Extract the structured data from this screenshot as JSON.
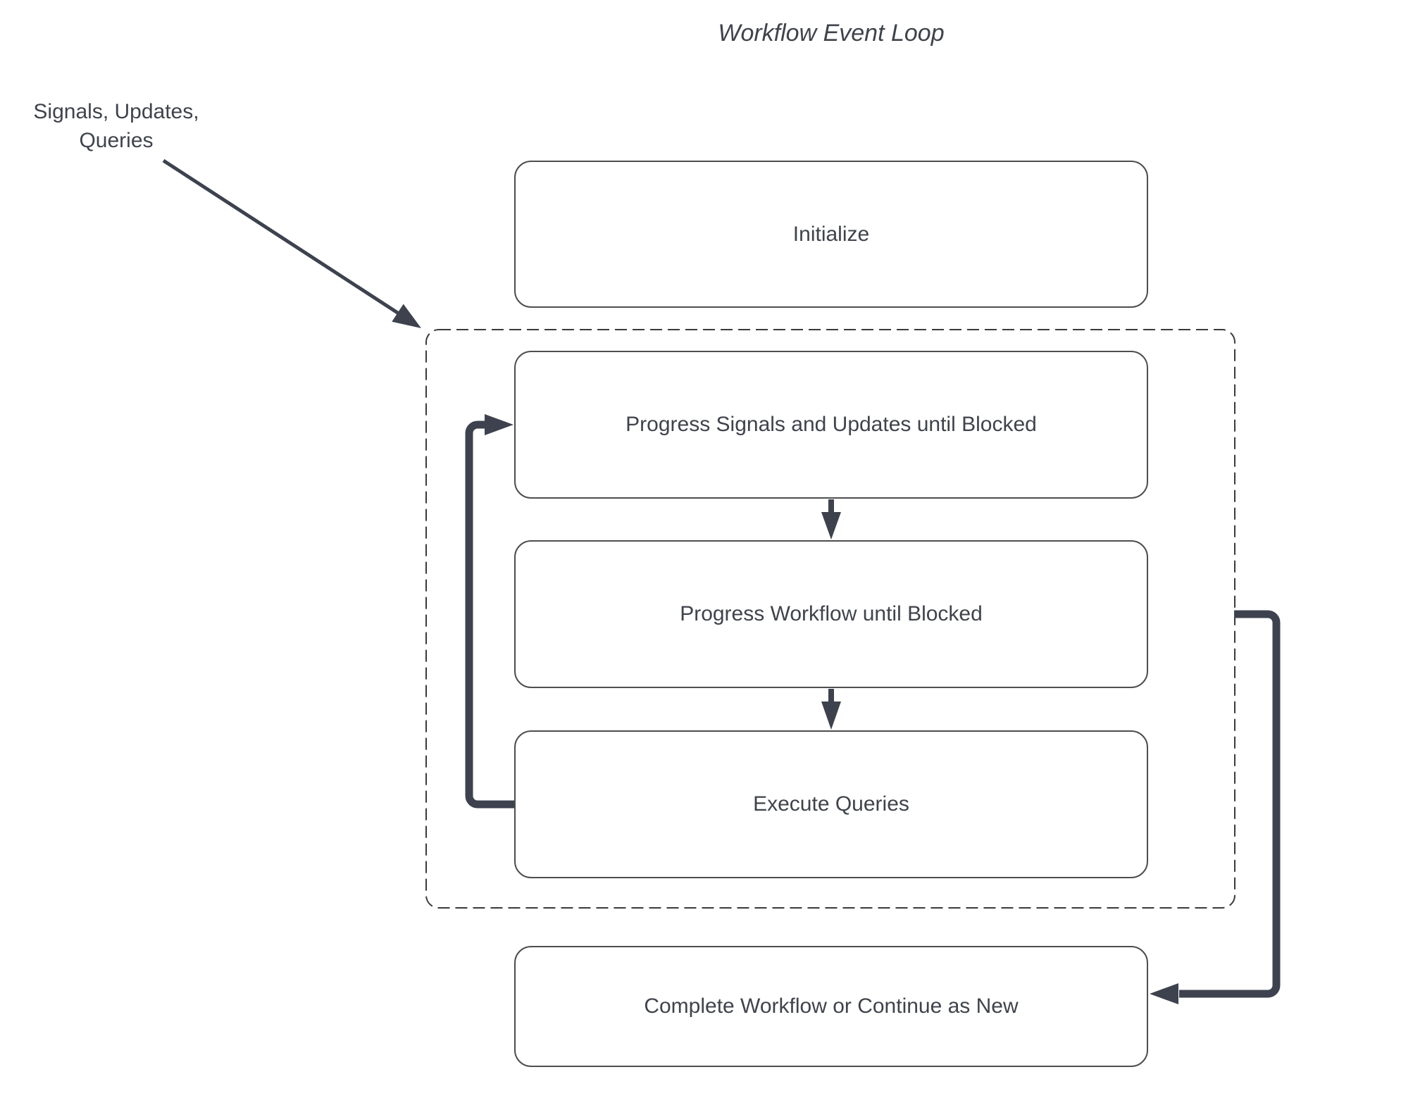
{
  "title": "Workflow Event Loop",
  "annotation": {
    "line1": "Signals, Updates,",
    "line2": "Queries"
  },
  "nodes": {
    "initialize": "Initialize",
    "progress_signals": "Progress Signals and Updates until Blocked",
    "progress_workflow": "Progress Workflow until Blocked",
    "execute_queries": "Execute Queries",
    "complete": "Complete Workflow or Continue as New"
  },
  "colors": {
    "connector": "#3d424e",
    "box-border": "#4e4e4e",
    "dashed-border": "#3a3a3a",
    "text": "#3f434b",
    "background": "#ffffff"
  }
}
